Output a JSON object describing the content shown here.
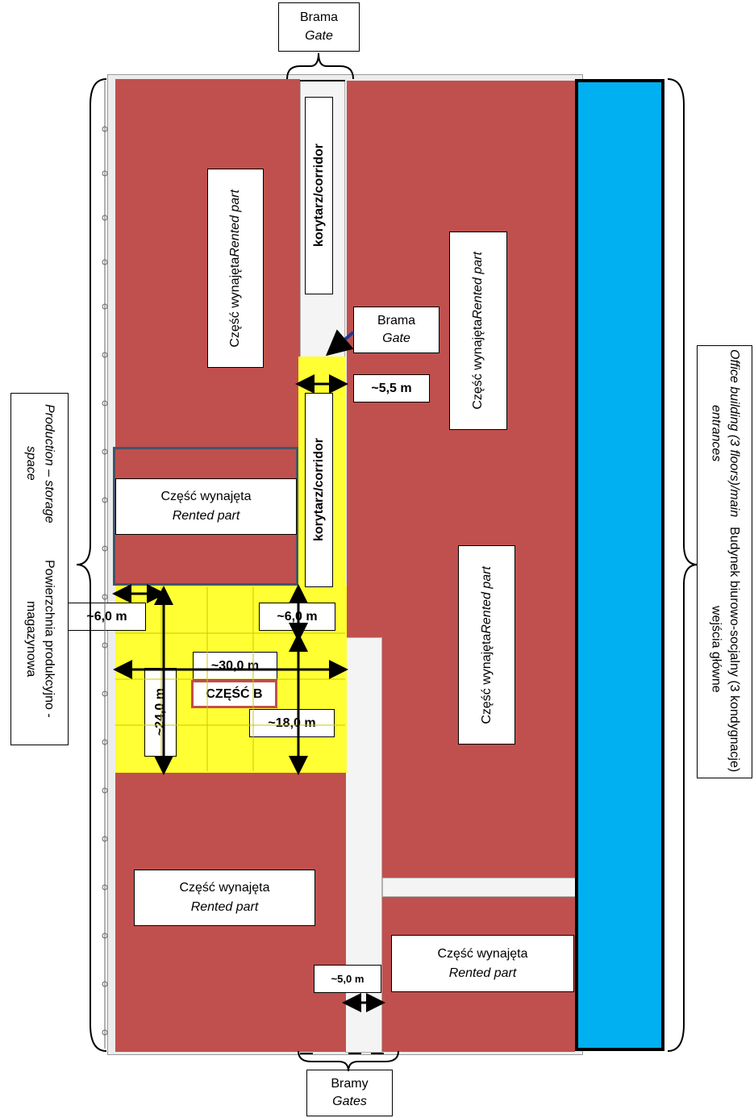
{
  "gate_top": {
    "pl": "Brama",
    "en": "Gate"
  },
  "gate_mid": {
    "pl": "Brama",
    "en": "Gate"
  },
  "gates_bottom": {
    "pl": "Bramy",
    "en": "Gates"
  },
  "left_label": {
    "pl": "Powierzchnia produkcyjno - magazynowa",
    "en": "Production – storage space"
  },
  "right_label": {
    "pl": "Budynek biurowo-socjalny (3 kondygnacje) wejścia główne",
    "en": "Office building (3 floors)/main entrances"
  },
  "rented": {
    "pl": "Część wynajęta",
    "en": "Rented part"
  },
  "corridor": "korytarz/corridor",
  "part_b": "CZĘŚĆ B",
  "dims": {
    "d55": "~5,5 m",
    "d60_left": "~6,0 m",
    "d60_mid": "~6,0 m",
    "d300": "~30,0 m",
    "d240": "~24,0 m",
    "d180": "~18,0 m",
    "d50": "~5,0 m"
  },
  "colors": {
    "rented": "#c0504d",
    "part_b": "#ffff33",
    "office": "#00b0f0",
    "part_b_border": "#c0504d",
    "left_rented_border": "#44546a"
  }
}
